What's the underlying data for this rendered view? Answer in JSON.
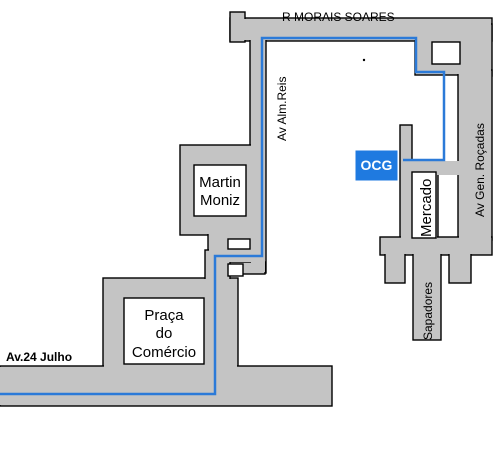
{
  "streets": {
    "top": "R MORAIS SOARES",
    "alm_reis": "Av Alm.Reis",
    "gen_rocadas": "Av Gen. Roçadas",
    "julho": "Av.24 Julho",
    "sapadores": "Sapadores"
  },
  "places": {
    "martin_moniz_line1": "Martin",
    "martin_moniz_line2": "Moniz",
    "praca_line1": "Praça",
    "praca_line2": "do",
    "praca_line3": "Comércio",
    "mercado": "Mercado",
    "ocg": "OCG"
  },
  "colors": {
    "road": "#c4c4c4",
    "route": "#2b7ad8",
    "ocg_box": "#1f7ae0",
    "block": "#ffffff"
  },
  "icons": {
    "route": "route-line",
    "destination": "ocg-marker"
  }
}
